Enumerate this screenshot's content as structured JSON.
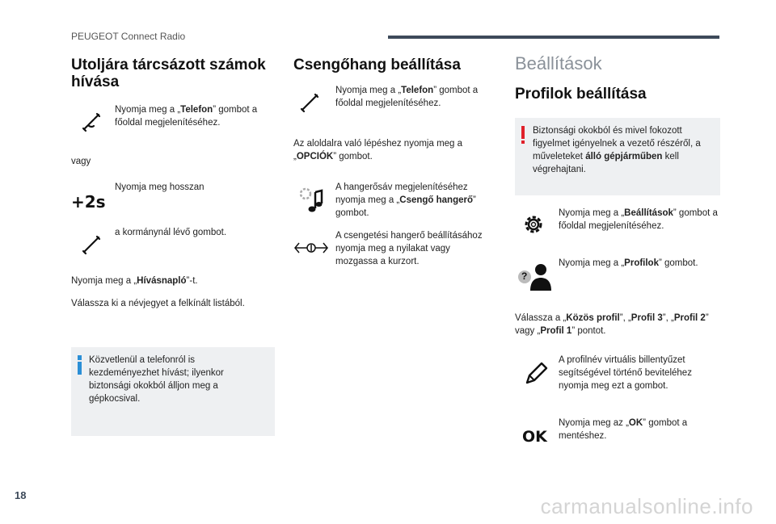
{
  "header": {
    "title": "PEUGEOT Connect Radio"
  },
  "page_number": "18",
  "col1": {
    "heading": "Utoljára tárcsázott számok hívása",
    "step1_pre": "Nyomja meg a „",
    "step1_bold": "Telefon",
    "step1_post": "” gombot a főoldal megjelenítéséhez.",
    "or": "vagy",
    "step2": "Nyomja meg hosszan",
    "hold_label": "+2s",
    "step3": "a kormánynál lévő gombot.",
    "step4_pre": "Nyomja meg a „",
    "step4_bold": "Hívásnapló",
    "step4_post": "”-t.",
    "step5": "Válassza ki a névjegyet a felkínált listából.",
    "note": "Közvetlenül a telefonról is kezdeményezhet hívást; ilyenkor biztonsági okokból álljon meg a gépkocsival."
  },
  "col2": {
    "heading": "Csengőhang beállítása",
    "step1_pre": "Nyomja meg a „",
    "step1_bold": "Telefon",
    "step1_post": "” gombot a főoldal megjelenítéséhez.",
    "step2_pre": "Az aloldalra való lépéshez nyomja meg a „",
    "step2_bold": "OPCIÓK",
    "step2_post": "” gombot.",
    "step3_pre": "A hangerősáv megjelenítéséhez nyomja meg a „",
    "step3_bold": "Csengő hangerő",
    "step3_post": "” gombot.",
    "step4": "A csengetési hangerő beállításához nyomja meg a nyilakat vagy mozgassa a kurzort."
  },
  "col3": {
    "section_title": "Beállítások",
    "heading": "Profilok beállítása",
    "warn_pre": "Biztonsági okokból és mivel fokozott figyelmet igényelnek a vezető részéről, a műveleteket ",
    "warn_bold": "álló gépjárműben",
    "warn_post": " kell végrehajtani.",
    "step1_pre": "Nyomja meg a „",
    "step1_bold": "Beállítások",
    "step1_post": "” gombot a főoldal megjelenítéséhez.",
    "step2_pre": "Nyomja meg a „",
    "step2_bold": "Profilok",
    "step2_post": "” gombot.",
    "step3_a": "Válassza a „",
    "step3_b": "Közös profil",
    "step3_c": "”, „",
    "step3_d": "Profil 3",
    "step3_e": "”, „",
    "step3_f": "Profil 2",
    "step3_g": "” vagy „",
    "step3_h": "Profil 1",
    "step3_i": "” pontot.",
    "step4": "A profilnév virtuális billentyűzet segítségével történő beviteléhez nyomja meg ezt a gombot.",
    "step5_pre": "Nyomja meg az „",
    "step5_bold": "OK",
    "step5_post": "” gombot a mentéshez.",
    "ok_label": "OK",
    "question_label": "?"
  },
  "watermark": "carmanualsonline.info",
  "colors": {
    "info_bar": "#2b8fd6",
    "warn_bar": "#e0202a",
    "header_bar": "#3d4a5a"
  }
}
